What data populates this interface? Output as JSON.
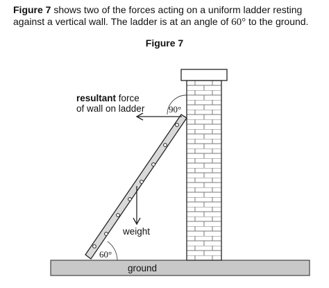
{
  "intro": {
    "figure_ref": "Figure 7",
    "text_part1": " shows two of the forces acting on a uniform ladder resting against a vertical wall. The ladder is at an angle of ",
    "angle_text": "60°",
    "text_part2": " to the ground."
  },
  "figure": {
    "caption": "Figure 7",
    "labels": {
      "resultant_bold": "resultant",
      "resultant_rest": " force",
      "resultant_line2": "of wall on ladder",
      "weight": "weight",
      "ground": "ground",
      "angle_top": "90°",
      "angle_bottom": "60°"
    },
    "colors": {
      "ground_fill": "#c8c8c8",
      "wall_fill": "#ffffff",
      "brick_mortar": "#777777",
      "ladder_fill": "#d9d9d9",
      "stroke": "#222222"
    }
  }
}
